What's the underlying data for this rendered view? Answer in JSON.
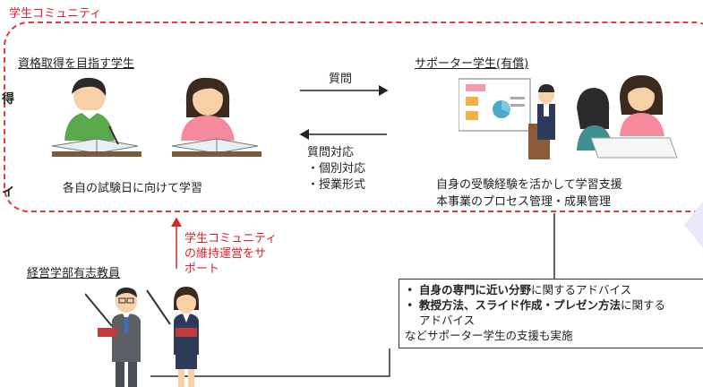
{
  "community": {
    "label": "学生コミュニティ"
  },
  "students": {
    "heading": "資格取得を目指す学生",
    "caption": "各自の試験日に向けて学習"
  },
  "supporters": {
    "heading": "サポーター学生(有償)",
    "caption_line1": "自身の受験経験を活かして学習支援",
    "caption_line2": "本事業のプロセス管理・成果管理"
  },
  "arrows": {
    "question": "質問",
    "response_title": "質問対応",
    "response_items": [
      "・個別対応",
      "・授業形式"
    ]
  },
  "faculty": {
    "heading": "経営学部有志教員",
    "support_note": [
      "学生コミュニティ",
      "の維持運営をサ",
      "ポート"
    ]
  },
  "advice": {
    "item1_bold": "自身の専門に近い分野",
    "item1_rest": "に関するアドバイス",
    "item2_bold": "教授方法、スライド作成・プレゼン方法",
    "item2_rest": "に関する",
    "item2_cont": "アドバイス",
    "footer": "などサポーター学生の支援も実施"
  },
  "edge_fragments": {
    "top": "得",
    "bottom": "イ"
  },
  "colors": {
    "accent_red": "#d9232e",
    "pale_purple": "#ece8fb"
  }
}
